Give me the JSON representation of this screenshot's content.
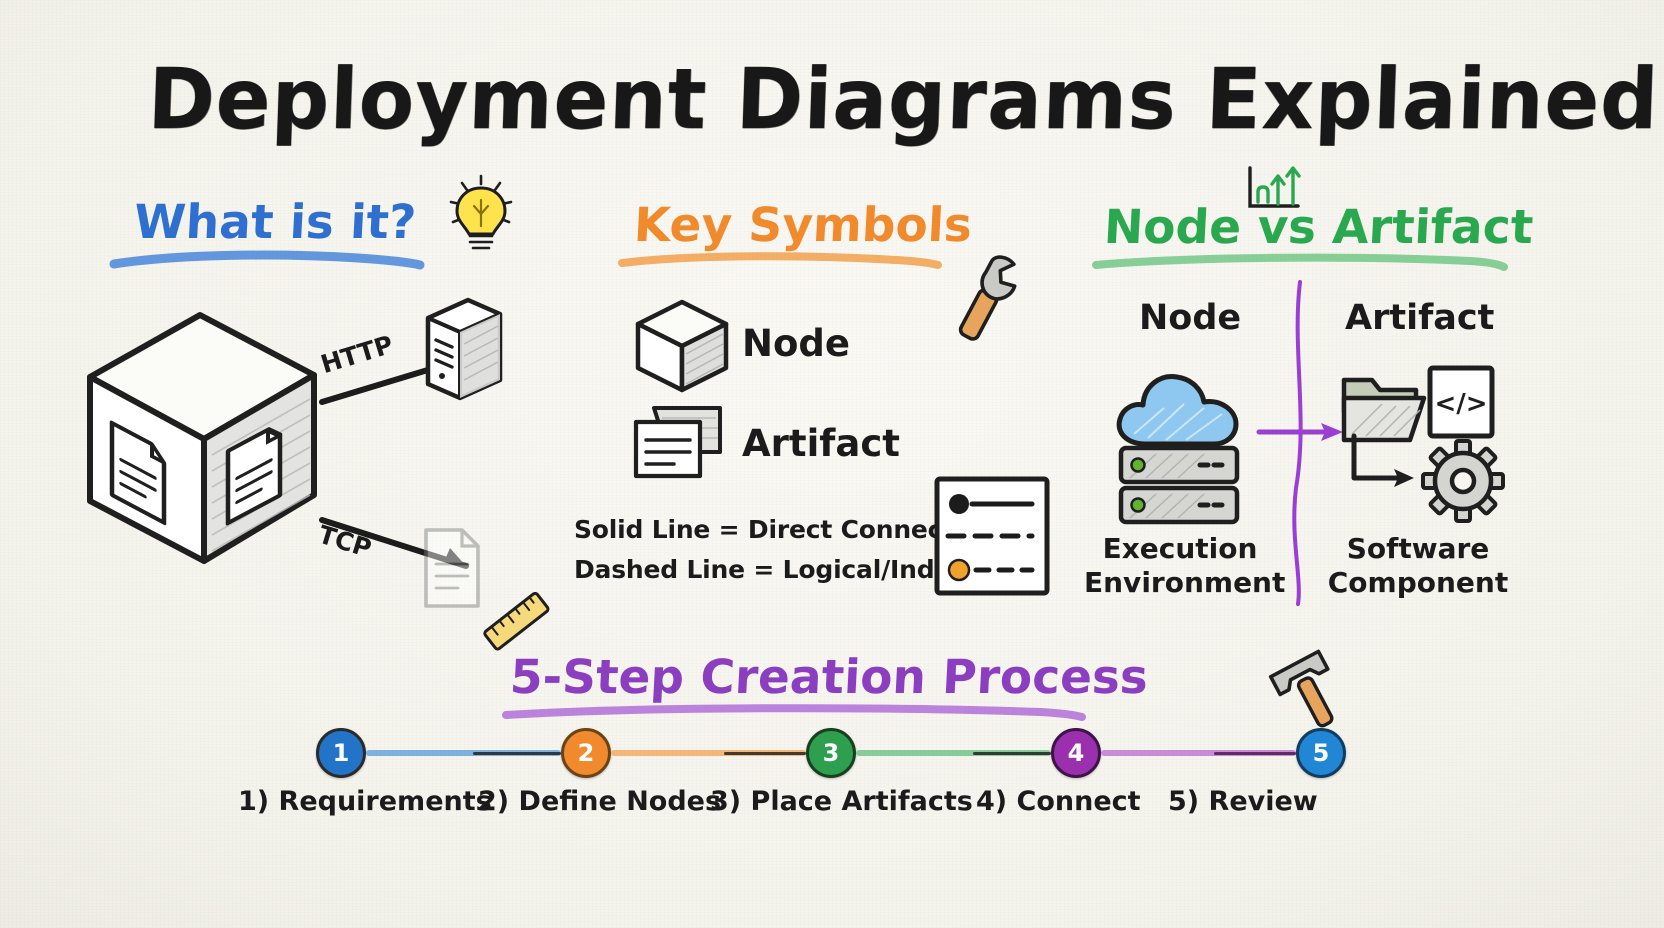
{
  "page": {
    "title": "Deployment Diagrams Explained",
    "background_color": "#f6f5f0",
    "ink_color": "#1b1b1b"
  },
  "sections": {
    "what_is_it": {
      "heading": "What is it?",
      "heading_color": "#2f6fd0",
      "icon": "lightbulb-icon",
      "diagram": {
        "node_label": "",
        "edges": [
          {
            "label": "HTTP",
            "target_icon": "server-tower-icon"
          },
          {
            "label": "TCP",
            "target_icon": "document-icon"
          }
        ],
        "cube_icon": "deployment-cube-icon"
      }
    },
    "key_symbols": {
      "heading": "Key Symbols",
      "heading_color": "#f08a2c",
      "icon": "wrench-icon",
      "symbols": [
        {
          "icon": "cube-icon",
          "label": "Node"
        },
        {
          "icon": "artifact-documents-icon",
          "label": "Artifact"
        }
      ],
      "legend": [
        "Solid Line = Direct Connection",
        "Dashed Line = Logical/Indirect"
      ],
      "legend_card_icon": "legend-card-icon",
      "legend_card": {
        "row1_dot_color": "#1c1c1c",
        "row1_style": "solid",
        "row2_style": "dashed",
        "row3_dot_color": "#f0a32c",
        "row3_style": "dashed"
      }
    },
    "node_vs_artifact": {
      "heading": "Node vs Artifact",
      "heading_color": "#2aa84f",
      "icon": "growth-chart-icon",
      "left": {
        "title": "Node",
        "icons": [
          "cloud-icon",
          "server-rack-icon"
        ],
        "caption": "Execution\nEnvironment",
        "caption_line1": "Execution",
        "caption_line2": "Environment",
        "cloud_color": "#8ec7ef",
        "led_color": "#62b32e"
      },
      "right": {
        "title": "Artifact",
        "icons": [
          "folder-icon",
          "code-file-icon",
          "gear-icon"
        ],
        "caption_line1": "Software",
        "caption_line2": "Component",
        "code_glyph": "</>"
      },
      "divider_color": "#9b3fd4",
      "arrow_color": "#9b3fd4"
    },
    "process": {
      "heading": "5-Step Creation Process",
      "heading_color": "#8b3fc0",
      "icon": "hammer-icon",
      "ruler_icon": "ruler-icon",
      "steps": [
        {
          "number": "1",
          "label": "1) Requirements",
          "color": "#2174c7"
        },
        {
          "number": "2",
          "label": "2) Define Nodes",
          "color": "#f08a2c"
        },
        {
          "number": "3",
          "label": "3) Place Artifacts",
          "color": "#2e9e4f"
        },
        {
          "number": "4",
          "label": "4) Connect",
          "color": "#9b30ae"
        },
        {
          "number": "5",
          "label": "5) Review",
          "color": "#2187d4"
        }
      ]
    }
  }
}
